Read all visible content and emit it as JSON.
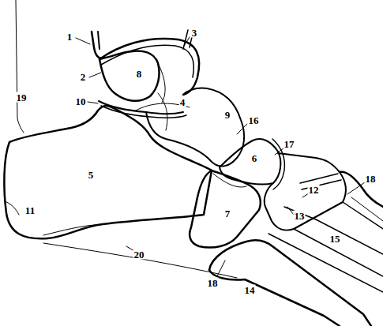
{
  "diagram": {
    "labels": [
      "3",
      "1",
      "8",
      "2",
      "19",
      "10",
      "4",
      "9",
      "16",
      "17",
      "6",
      "5",
      "18",
      "12",
      "11",
      "7",
      "13",
      "15",
      "20",
      "18",
      "14"
    ]
  }
}
